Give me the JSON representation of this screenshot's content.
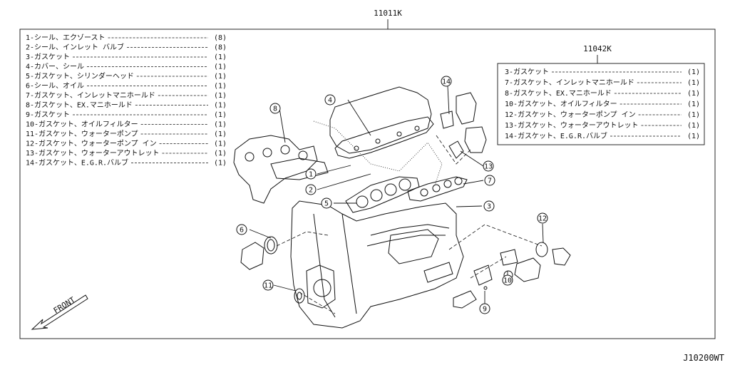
{
  "main_kit": {
    "code": "11011K"
  },
  "sub_kit": {
    "code": "11042K"
  },
  "main_list": [
    {
      "text": "1-シール、エクゾースト",
      "qty": "(8)"
    },
    {
      "text": "2-シール、インレット バルブ",
      "qty": "(8)"
    },
    {
      "text": "3-ガスケット",
      "qty": "(1)"
    },
    {
      "text": "4-カバー、シール",
      "qty": "(1)"
    },
    {
      "text": "5-ガスケット、シリンダーヘッド",
      "qty": "(1)"
    },
    {
      "text": "6-シール、オイル",
      "qty": "(1)"
    },
    {
      "text": "7-ガスケット、インレットマニホールド",
      "qty": "(1)"
    },
    {
      "text": "8-ガスケット、EX.マニホールド",
      "qty": "(1)"
    },
    {
      "text": "9-ガスケット",
      "qty": "(1)"
    },
    {
      "text": "10-ガスケット、オイルフィルター",
      "qty": "(1)"
    },
    {
      "text": "11-ガスケット、ウォーターポンプ",
      "qty": "(1)"
    },
    {
      "text": "12-ガスケット、ウォーターポンプ イン",
      "qty": "(1)"
    },
    {
      "text": "13-ガスケット、ウォーターアウトレット",
      "qty": "(1)"
    },
    {
      "text": "14-ガスケット、E.G.R.バルブ",
      "qty": "(1)"
    }
  ],
  "sub_list": [
    {
      "text": "3-ガスケット",
      "qty": "(1)"
    },
    {
      "text": "7-ガスケット、インレットマニホールド",
      "qty": "(1)"
    },
    {
      "text": "8-ガスケット、EX.マニホールド",
      "qty": "(1)"
    },
    {
      "text": "10-ガスケット、オイルフィルター",
      "qty": "(1)"
    },
    {
      "text": "12-ガスケット、ウォーターポンプ イン",
      "qty": "(1)"
    },
    {
      "text": "13-ガスケット、ウォーターアウトレット",
      "qty": "(1)"
    },
    {
      "text": "14-ガスケット、E.G.R.バルブ",
      "qty": "(1)"
    }
  ],
  "callouts": [
    "1",
    "2",
    "3",
    "4",
    "5",
    "6",
    "7",
    "8",
    "9",
    "10",
    "11",
    "12",
    "13",
    "14"
  ],
  "front_label": "FRONT",
  "drawing_number": "J10200WT"
}
